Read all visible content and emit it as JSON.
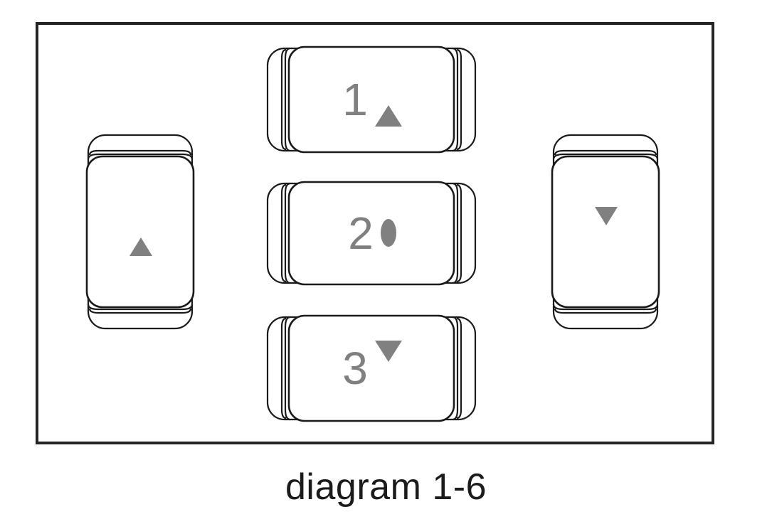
{
  "caption": "diagram 1-6",
  "colors": {
    "frame_border": "#242424",
    "switch_outline": "#1a1a1a",
    "glyph_gray": "#808080",
    "background": "#ffffff",
    "caption_text": "#1b1b1b"
  },
  "panel": {
    "label": "control-panel",
    "switches": [
      {
        "id": "switch-top",
        "name": "rocker-switch-1",
        "orientation": "horizontal",
        "digit": "1",
        "icon": "triangle-up-icon",
        "icon_label": "up"
      },
      {
        "id": "switch-middle",
        "name": "rocker-switch-2",
        "orientation": "horizontal",
        "digit": "2",
        "icon": "ring-icon",
        "icon_label": "stop"
      },
      {
        "id": "switch-bottom",
        "name": "rocker-switch-3",
        "orientation": "horizontal",
        "digit": "3",
        "icon": "triangle-down-icon",
        "icon_label": "down"
      },
      {
        "id": "switch-left",
        "name": "rocker-switch-left",
        "orientation": "vertical",
        "digit": "",
        "icon": "triangle-up-icon",
        "icon_label": "up"
      },
      {
        "id": "switch-right",
        "name": "rocker-switch-right",
        "orientation": "vertical",
        "digit": "",
        "icon": "triangle-down-icon",
        "icon_label": "down"
      }
    ]
  }
}
